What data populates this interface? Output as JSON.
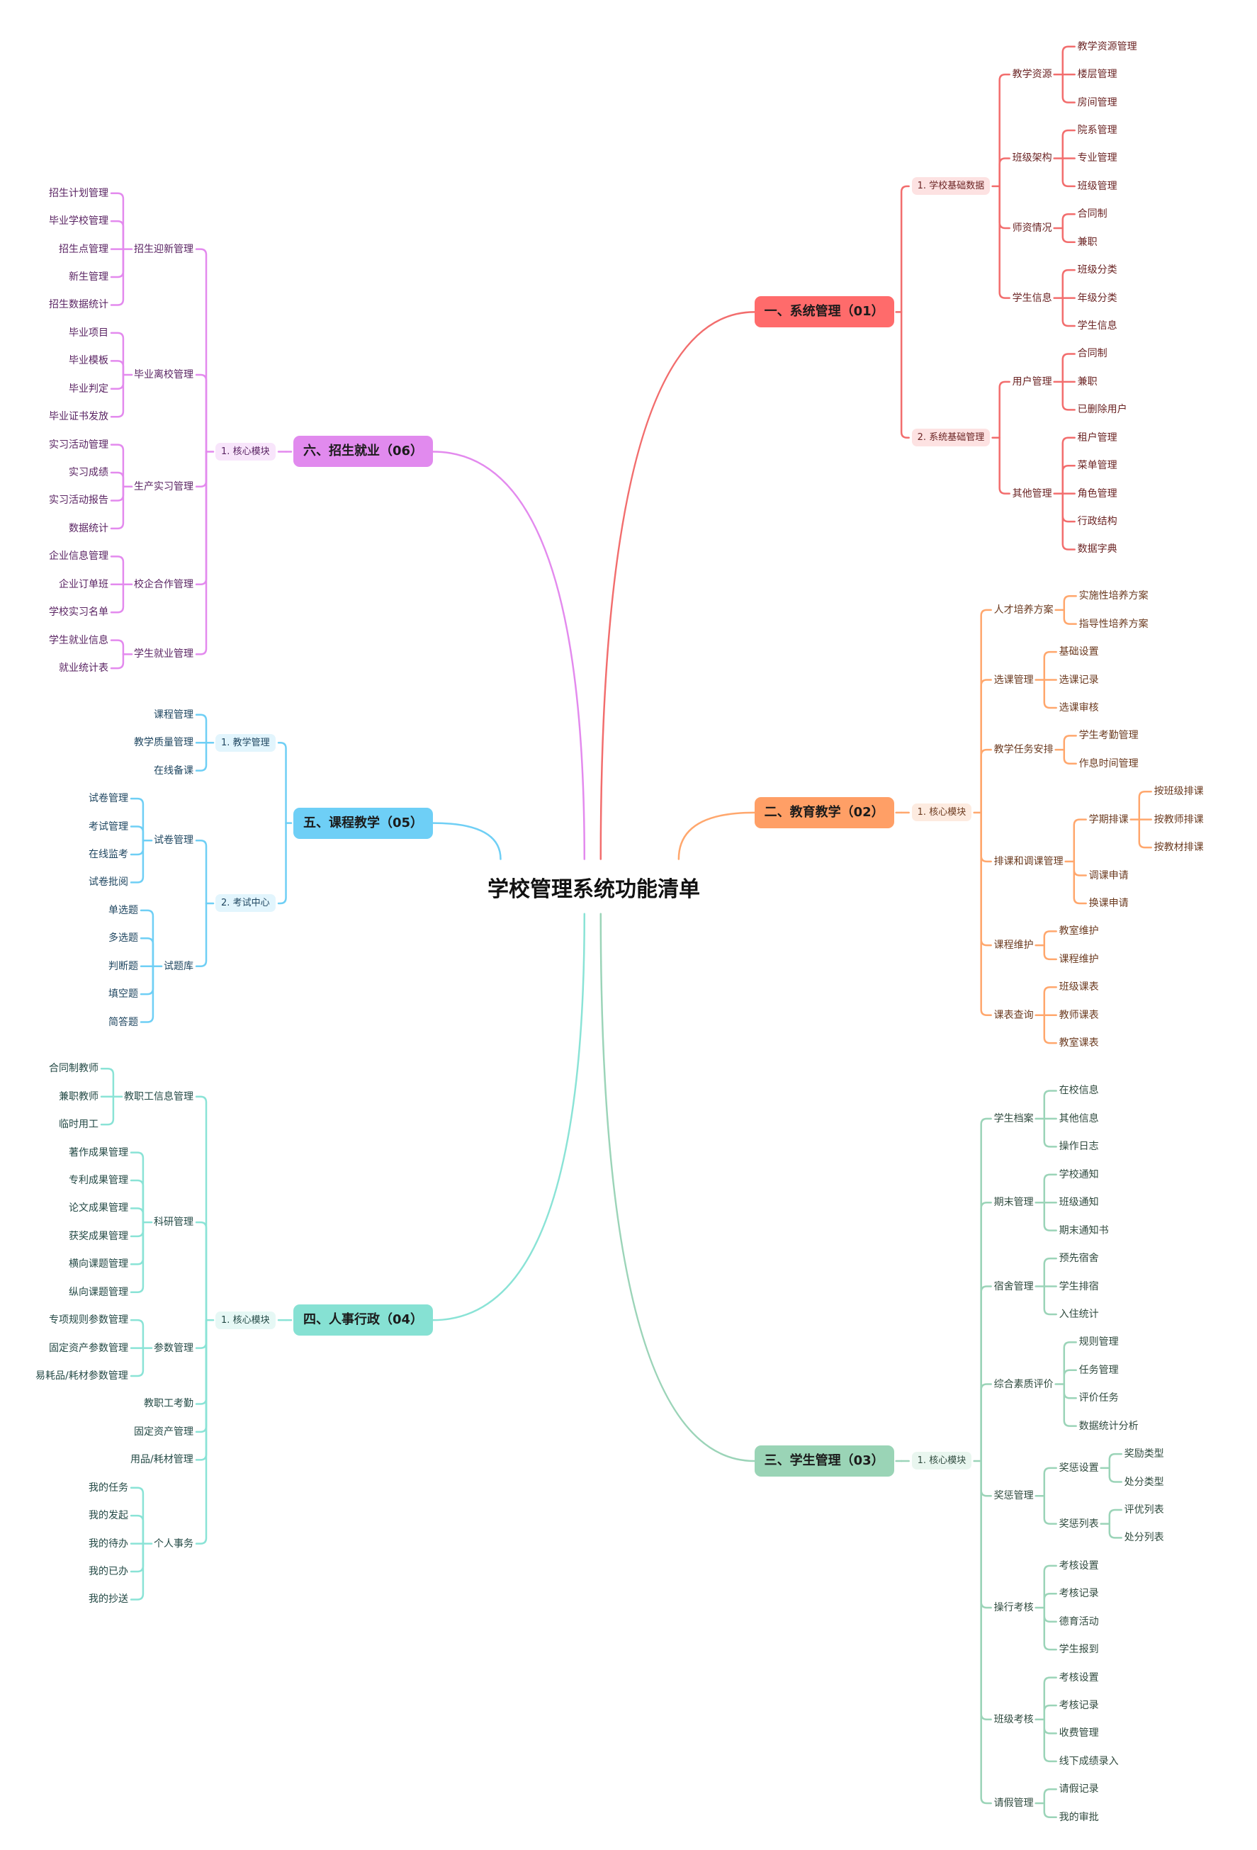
{
  "title": "学校管理系统功能清单",
  "branches": [
    {
      "label": "一、系统管理（01）",
      "colors": {
        "line": "#f26d6d",
        "box": "#ff6b6b",
        "pill": "#fde2e2",
        "text": "#6b2424"
      },
      "children": [
        {
          "label": "1. 学校基础数据",
          "children": [
            {
              "label": "教学资源",
              "children": [
                {
                  "label": "教学资源管理"
                },
                {
                  "label": "楼层管理"
                },
                {
                  "label": "房间管理"
                }
              ]
            },
            {
              "label": "班级架构",
              "children": [
                {
                  "label": "院系管理"
                },
                {
                  "label": "专业管理"
                },
                {
                  "label": "班级管理"
                }
              ]
            },
            {
              "label": "师资情况",
              "children": [
                {
                  "label": "合同制"
                },
                {
                  "label": "兼职"
                }
              ]
            },
            {
              "label": "学生信息",
              "children": [
                {
                  "label": "班级分类"
                },
                {
                  "label": "年级分类"
                },
                {
                  "label": "学生信息"
                }
              ]
            }
          ]
        },
        {
          "label": "2. 系统基础管理",
          "children": [
            {
              "label": "用户管理",
              "children": [
                {
                  "label": "合同制"
                },
                {
                  "label": "兼职"
                },
                {
                  "label": "已删除用户"
                }
              ]
            },
            {
              "label": "其他管理",
              "children": [
                {
                  "label": "租户管理"
                },
                {
                  "label": "菜单管理"
                },
                {
                  "label": "角色管理"
                },
                {
                  "label": "行政结构"
                },
                {
                  "label": "数据字典"
                }
              ]
            }
          ]
        }
      ]
    },
    {
      "label": "二、教育教学（02）",
      "colors": {
        "line": "#ffa76d",
        "box": "#ff9f66",
        "pill": "#fdebe0",
        "text": "#6b3a1f"
      },
      "children": [
        {
          "label": "1. 核心模块",
          "children": [
            {
              "label": "人才培养方案",
              "children": [
                {
                  "label": "实施性培养方案"
                },
                {
                  "label": "指导性培养方案"
                }
              ]
            },
            {
              "label": "选课管理",
              "children": [
                {
                  "label": "基础设置"
                },
                {
                  "label": "选课记录"
                },
                {
                  "label": "选课审核"
                }
              ]
            },
            {
              "label": "教学任务安排",
              "children": [
                {
                  "label": "学生考勤管理"
                },
                {
                  "label": "作息时间管理"
                }
              ]
            },
            {
              "label": "排课和调课管理",
              "children": [
                {
                  "label": "学期排课",
                  "children": [
                    {
                      "label": "按班级排课"
                    },
                    {
                      "label": "按教师排课"
                    },
                    {
                      "label": "按教材排课"
                    }
                  ]
                },
                {
                  "label": "调课申请"
                },
                {
                  "label": "换课申请"
                }
              ]
            },
            {
              "label": "课程维护",
              "children": [
                {
                  "label": "教室维护"
                },
                {
                  "label": "课程维护"
                }
              ]
            },
            {
              "label": "课表查询",
              "children": [
                {
                  "label": "班级课表"
                },
                {
                  "label": "教师课表"
                },
                {
                  "label": "教室课表"
                }
              ]
            }
          ]
        }
      ]
    },
    {
      "label": "三、学生管理（03）",
      "colors": {
        "line": "#9bd4b8",
        "box": "#9ad4b6",
        "pill": "#e9f6ef",
        "text": "#2f4a3e"
      },
      "children": [
        {
          "label": "1. 核心模块",
          "children": [
            {
              "label": "学生档案",
              "children": [
                {
                  "label": "在校信息"
                },
                {
                  "label": "其他信息"
                },
                {
                  "label": "操作日志"
                }
              ]
            },
            {
              "label": "期末管理",
              "children": [
                {
                  "label": "学校通知"
                },
                {
                  "label": "班级通知"
                },
                {
                  "label": "期末通知书"
                }
              ]
            },
            {
              "label": "宿舍管理",
              "children": [
                {
                  "label": "预先宿舍"
                },
                {
                  "label": "学生排宿"
                },
                {
                  "label": "入住统计"
                }
              ]
            },
            {
              "label": "综合素质评价",
              "children": [
                {
                  "label": "规则管理"
                },
                {
                  "label": "任务管理"
                },
                {
                  "label": "评价任务"
                },
                {
                  "label": "数据统计分析"
                }
              ]
            },
            {
              "label": "奖惩管理",
              "children": [
                {
                  "label": "奖惩设置",
                  "children": [
                    {
                      "label": "奖励类型"
                    },
                    {
                      "label": "处分类型"
                    }
                  ]
                },
                {
                  "label": "奖惩列表",
                  "children": [
                    {
                      "label": "评优列表"
                    },
                    {
                      "label": "处分列表"
                    }
                  ]
                }
              ]
            },
            {
              "label": "操行考核",
              "children": [
                {
                  "label": "考核设置"
                },
                {
                  "label": "考核记录"
                },
                {
                  "label": "德育活动"
                },
                {
                  "label": "学生报到"
                }
              ]
            },
            {
              "label": "班级考核",
              "children": [
                {
                  "label": "考核设置"
                },
                {
                  "label": "考核记录"
                },
                {
                  "label": "收费管理"
                },
                {
                  "label": "线下成绩录入"
                }
              ]
            },
            {
              "label": "请假管理",
              "children": [
                {
                  "label": "请假记录"
                },
                {
                  "label": "我的审批"
                }
              ]
            }
          ]
        }
      ]
    },
    {
      "label": "四、人事行政（04）",
      "colors": {
        "line": "#8ae3d6",
        "box": "#86e1d3",
        "pill": "#e6f8f5",
        "text": "#244a46"
      },
      "children": [
        {
          "label": "1. 核心模块",
          "children": [
            {
              "label": "教职工信息管理",
              "children": [
                {
                  "label": "合同制教师"
                },
                {
                  "label": "兼职教师"
                },
                {
                  "label": "临时用工"
                }
              ]
            },
            {
              "label": "科研管理",
              "children": [
                {
                  "label": "著作成果管理"
                },
                {
                  "label": "专利成果管理"
                },
                {
                  "label": "论文成果管理"
                },
                {
                  "label": "获奖成果管理"
                },
                {
                  "label": "横向课题管理"
                },
                {
                  "label": "纵向课题管理"
                }
              ]
            },
            {
              "label": "参数管理",
              "children": [
                {
                  "label": "专项规则参数管理"
                },
                {
                  "label": "固定资产参数管理"
                },
                {
                  "label": "易耗品/耗材参数管理"
                }
              ]
            },
            {
              "label": "教职工考勤"
            },
            {
              "label": "固定资产管理"
            },
            {
              "label": "用品/耗材管理"
            },
            {
              "label": "个人事务",
              "children": [
                {
                  "label": "我的任务"
                },
                {
                  "label": "我的发起"
                },
                {
                  "label": "我的待办"
                },
                {
                  "label": "我的已办"
                },
                {
                  "label": "我的抄送"
                }
              ]
            }
          ]
        }
      ]
    },
    {
      "label": "五、课程教学（05）",
      "colors": {
        "line": "#6fcff5",
        "box": "#6ecff6",
        "pill": "#e2f5fd",
        "text": "#1f4660"
      },
      "children": [
        {
          "label": "1. 教学管理",
          "children": [
            {
              "label": "课程管理"
            },
            {
              "label": "教学质量管理"
            },
            {
              "label": "在线备课"
            }
          ]
        },
        {
          "label": "2. 考试中心",
          "children": [
            {
              "label": "试卷管理",
              "children": [
                {
                  "label": "试卷管理"
                },
                {
                  "label": "考试管理"
                },
                {
                  "label": "在线监考"
                },
                {
                  "label": "试卷批阅"
                }
              ]
            },
            {
              "label": "试题库",
              "children": [
                {
                  "label": "单选题"
                },
                {
                  "label": "多选题"
                },
                {
                  "label": "判断题"
                },
                {
                  "label": "填空题"
                },
                {
                  "label": "简答题"
                }
              ]
            }
          ]
        }
      ]
    },
    {
      "label": "六、招生就业（06）",
      "colors": {
        "line": "#e38aee",
        "box": "#e18aee",
        "pill": "#f8e5fb",
        "text": "#5a2463"
      },
      "children": [
        {
          "label": "1. 核心模块",
          "children": [
            {
              "label": "招生迎新管理",
              "children": [
                {
                  "label": "招生计划管理"
                },
                {
                  "label": "毕业学校管理"
                },
                {
                  "label": "招生点管理"
                },
                {
                  "label": "新生管理"
                },
                {
                  "label": "招生数据统计"
                }
              ]
            },
            {
              "label": "毕业离校管理",
              "children": [
                {
                  "label": "毕业项目"
                },
                {
                  "label": "毕业模板"
                },
                {
                  "label": "毕业判定"
                },
                {
                  "label": "毕业证书发放"
                }
              ]
            },
            {
              "label": "生产实习管理",
              "children": [
                {
                  "label": "实习活动管理"
                },
                {
                  "label": "实习成绩"
                },
                {
                  "label": "实习活动报告"
                },
                {
                  "label": "数据统计"
                }
              ]
            },
            {
              "label": "校企合作管理",
              "children": [
                {
                  "label": "企业信息管理"
                },
                {
                  "label": "企业订单班"
                },
                {
                  "label": "学校实习名单"
                }
              ]
            },
            {
              "label": "学生就业管理",
              "children": [
                {
                  "label": "学生就业信息"
                },
                {
                  "label": "就业统计表"
                }
              ]
            }
          ]
        }
      ]
    }
  ]
}
